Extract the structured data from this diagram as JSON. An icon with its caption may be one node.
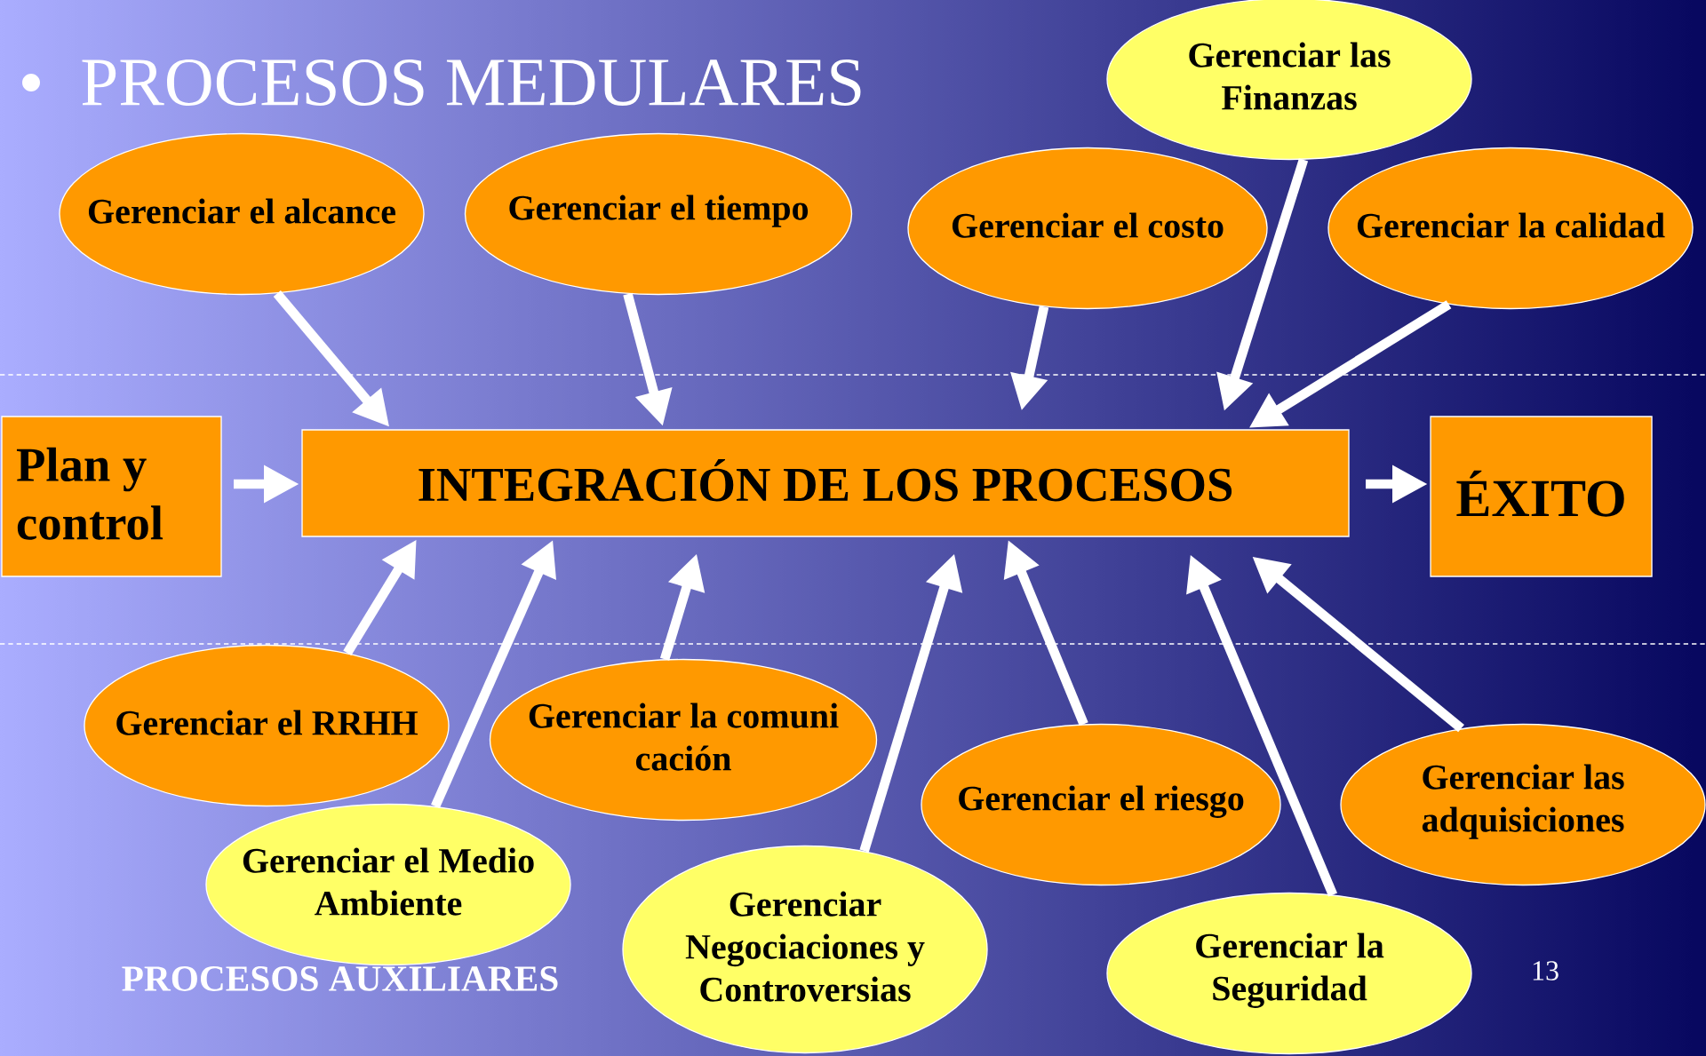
{
  "diagram": {
    "title": "PROCESOS MEDULARES",
    "nodes": [
      {
        "text": [
          "Gerenciar las Finanzas"
        ]
      },
      {
        "text": [
          "Gerenciar el alcance"
        ]
      },
      {
        "text": [
          "Gerenciar el tiempo"
        ]
      },
      {
        "text": [
          "Gerenciar el costo"
        ]
      },
      {
        "text": [
          "Gerenciar la calidad"
        ]
      },
      {
        "text": [
          "Plan y control"
        ]
      },
      {
        "text": [
          "INTEGRACIÓN DE LOS PROCESOS"
        ]
      },
      {
        "text": [
          "ÉXITO"
        ]
      },
      {
        "text": [
          "Gerenciar el RRHH"
        ]
      },
      {
        "text": [
          "Gerenciar la comuni cación"
        ]
      },
      {
        "text": [
          "Gerenciar el riesgo"
        ]
      },
      {
        "text": [
          "Gerenciar las adquisiciones"
        ]
      },
      {
        "text": [
          "Gerenciar el Medio Ambiente"
        ]
      },
      {
        "text": [
          "Gerenciar Negociaciones y Controversias"
        ]
      },
      {
        "text": [
          "Gerenciar la Seguridad"
        ]
      }
    ],
    "edges": [
      {
        "from": 1,
        "to": 6,
        "arrow": "to"
      },
      {
        "from": 2,
        "to": 6,
        "arrow": "to"
      },
      {
        "from": 3,
        "to": 6,
        "arrow": "to"
      },
      {
        "from": 0,
        "to": 6,
        "arrow": "to"
      },
      {
        "from": 4,
        "to": 6,
        "arrow": "to"
      },
      {
        "from": 5,
        "to": 6,
        "arrow": "to"
      },
      {
        "from": 6,
        "to": 7,
        "arrow": "to"
      },
      {
        "from": 8,
        "to": 6,
        "arrow": "to"
      },
      {
        "from": 12,
        "to": 6,
        "arrow": "to"
      },
      {
        "from": 9,
        "to": 6,
        "arrow": "to"
      },
      {
        "from": 13,
        "to": 6,
        "arrow": "to"
      },
      {
        "from": 10,
        "to": 6,
        "arrow": "to"
      },
      {
        "from": 14,
        "to": 6,
        "arrow": "to"
      },
      {
        "from": 11,
        "to": 6,
        "arrow": "to"
      }
    ],
    "labels": [
      "PROCESOS AUXILIARES",
      "13"
    ]
  }
}
